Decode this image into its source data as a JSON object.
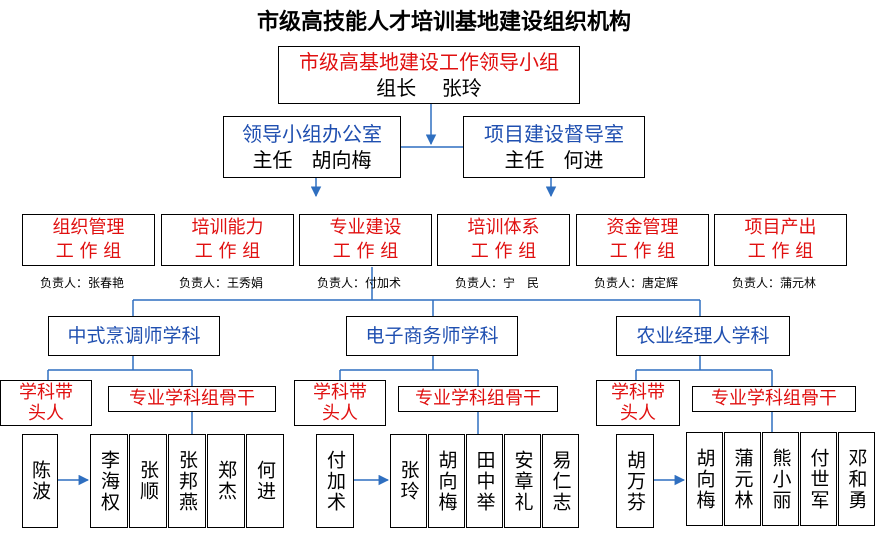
{
  "title": "市级高技能人才培训基地建设组织机构",
  "leader": {
    "name": "市级高基地建设工作领导小组",
    "role": "组长",
    "person": "张玲"
  },
  "office": {
    "name": "领导小组办公室",
    "role": "主任",
    "person": "胡向梅"
  },
  "supervision": {
    "name": "项目建设督导室",
    "role": "主任",
    "person": "何进"
  },
  "groups": [
    {
      "top": "组织管理",
      "bottom": "工 作 组",
      "resp": "负责人：张春艳"
    },
    {
      "top": "培训能力",
      "bottom": "工 作 组",
      "resp": "负责人：王秀娟"
    },
    {
      "top": "专业建设",
      "bottom": "工 作 组",
      "resp": "负责人：付加术"
    },
    {
      "top": "培训体系",
      "bottom": "工 作 组",
      "resp": "负责人：宁　民"
    },
    {
      "top": "资金管理",
      "bottom": "工 作 组",
      "resp": "负责人：唐定辉"
    },
    {
      "top": "项目产出",
      "bottom": "工 作 组",
      "resp": "负责人：蒲元林"
    }
  ],
  "disciplines": [
    {
      "name": "中式烹调师学科",
      "head_label": "学科带头人",
      "core_label": "专业学科组骨干",
      "head": "陈波",
      "core": [
        "李海权",
        "张顺",
        "张邦燕",
        "郑杰",
        "何进"
      ]
    },
    {
      "name": "电子商务师学科",
      "head_label": "学科带头人",
      "core_label": "专业学科组骨干",
      "head": "付加术",
      "core": [
        "张玲",
        "胡向梅",
        "田中举",
        "安章礼",
        "易仁志"
      ]
    },
    {
      "name": "农业经理人学科",
      "head_label": "学科带头人",
      "core_label": "专业学科组骨干",
      "head": "胡万芬",
      "core": [
        "胡向梅",
        "蒲元林",
        "熊小丽",
        "付世军",
        "邓和勇"
      ]
    }
  ],
  "colors": {
    "leader_text": "#e01010",
    "office_text": "#1f4fb0",
    "arrow": "#2f6fc0"
  }
}
